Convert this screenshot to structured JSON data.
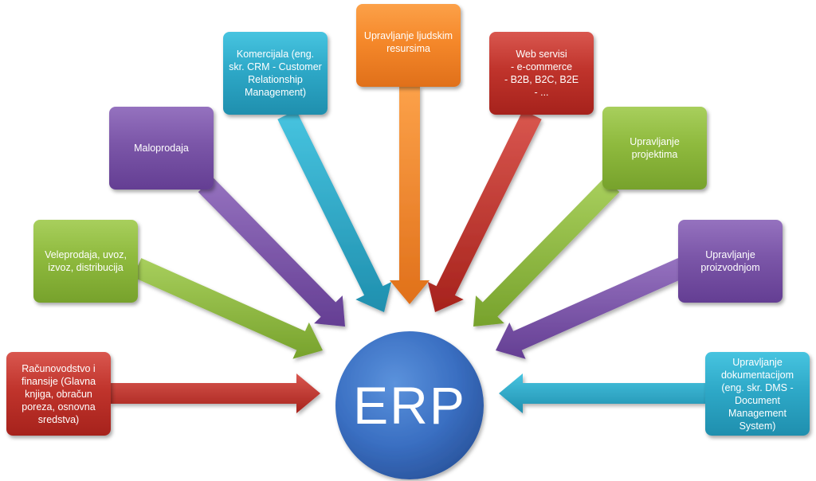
{
  "center": {
    "label": "ERP",
    "color": "#3a6fc2"
  },
  "modules": [
    {
      "id": "racunovodstvo",
      "color": "#c0342c",
      "lines": [
        "Računovodstvo i",
        "finansije (Glavna",
        "knjiga, obračun",
        "poreza, osnovna",
        "sredstva)"
      ]
    },
    {
      "id": "veleprodaja",
      "color": "#8fba3e",
      "lines": [
        "Veleprodaja, uvoz,",
        "izvoz, distribucija"
      ]
    },
    {
      "id": "maloprodaja",
      "color": "#7b56a8",
      "lines": [
        "Maloprodaja"
      ]
    },
    {
      "id": "komercijala",
      "color": "#2ea9c8",
      "lines": [
        "Komercijala  (eng.",
        "skr. CRM - Customer",
        "Relationship",
        "Management)"
      ]
    },
    {
      "id": "ljudski-resursi",
      "color": "#f5882a",
      "lines": [
        "Upravljanje ljudskim",
        "resursima"
      ]
    },
    {
      "id": "web-servisi",
      "color": "#c0342c",
      "lines": [
        "Web servisi",
        "- e-commerce",
        "- B2B, B2C,  B2E",
        "- ..."
      ]
    },
    {
      "id": "projekti",
      "color": "#8fba3e",
      "lines": [
        "Upravljanje",
        "projektima"
      ]
    },
    {
      "id": "proizvodnja",
      "color": "#7b56a8",
      "lines": [
        "Upravljanje",
        "proizvodnjom"
      ]
    },
    {
      "id": "dokumentacija",
      "color": "#2ea9c8",
      "lines": [
        "Upravljanje",
        "dokumentacijom",
        "(eng. skr. DMS -",
        "Document",
        "Management",
        "System)"
      ]
    }
  ]
}
